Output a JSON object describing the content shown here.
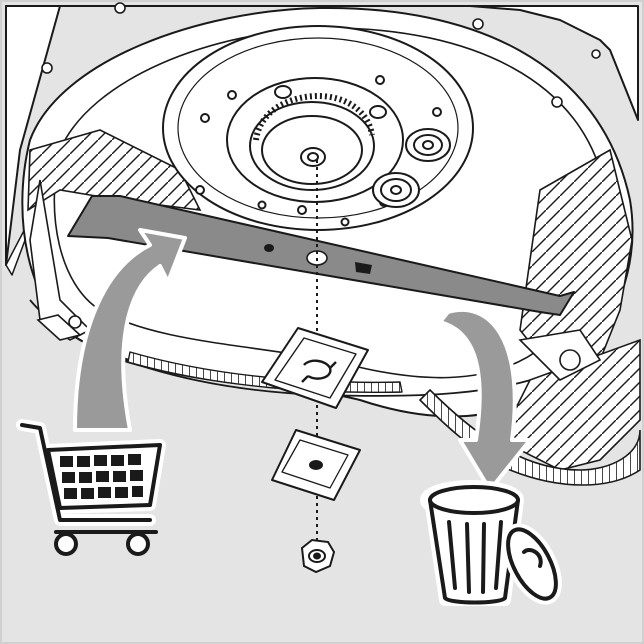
{
  "figure": {
    "caption": ""
  },
  "colors": {
    "background": "#e4e4e4",
    "deck_fill": "#ffffff",
    "outline": "#1a1a1a",
    "blade_fill": "#8a8a8a",
    "arrow_fill": "#9a9a9a",
    "icon_fill": "#ffffff"
  },
  "parts": {
    "blade": "mower-blade",
    "upper_washer": "blade-clamp-plate",
    "lower_washer": "lower-washer",
    "nut": "blade-nut",
    "shaft": "drive-shaft"
  },
  "icons": {
    "new_part": "shopping-cart-icon",
    "discard": "trash-bin-icon",
    "install_arrow": "curved-arrow-up-icon",
    "remove_arrow": "curved-arrow-down-icon"
  }
}
